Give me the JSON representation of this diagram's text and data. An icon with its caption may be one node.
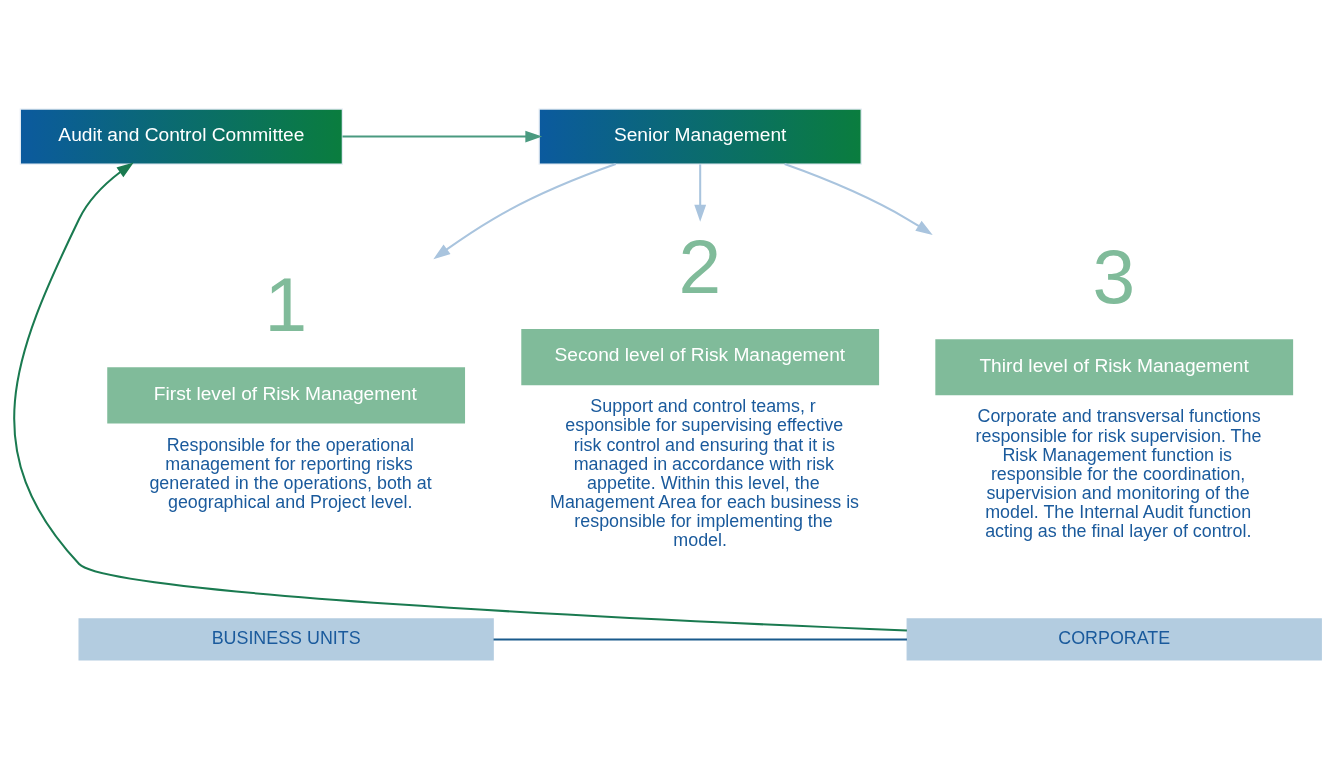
{
  "diagram": {
    "nodes": [
      {
        "text": [
          "Audit and Control Committee"
        ]
      },
      {
        "text": [
          "Senior Management"
        ]
      },
      {
        "text": [
          "First level of Risk Management"
        ],
        "beside": [
          "1",
          "Responsible for the operational management for reporting risks generated in the operations, both at geographical and Project level."
        ]
      },
      {
        "text": [
          "Second level of Risk Management"
        ],
        "beside": [
          "2",
          "Support and control teams, r esponsible for supervising effective risk control and ensuring that it is managed in accordance with risk appetite. Within this level, the Management Area for each business is responsible for implementing the model."
        ]
      },
      {
        "text": [
          "Third level of Risk Management"
        ],
        "beside": [
          "3",
          "Corporate and transversal functions responsible for risk supervision. The Risk Management function is responsible for the coordination, supervision and monitoring of the model. The Internal Audit function acting as the final layer of control."
        ]
      },
      {
        "text": [
          "BUSINESS UNITS"
        ]
      },
      {
        "text": [
          "CORPORATE"
        ]
      }
    ],
    "edges": [
      {
        "from": 0,
        "to": 1,
        "arrow": "to",
        "color": "#4a9a80"
      },
      {
        "from": 1,
        "to": 2,
        "arrow": "to"
      },
      {
        "from": 1,
        "to": 3,
        "arrow": "to"
      },
      {
        "from": 1,
        "to": 4,
        "arrow": "to"
      },
      {
        "from": 5,
        "to": 6,
        "arrow": "none",
        "color": "#1a5a8c"
      },
      {
        "from": 6,
        "to": 0,
        "arrow": "to",
        "color": "#1a7a50"
      }
    ]
  }
}
